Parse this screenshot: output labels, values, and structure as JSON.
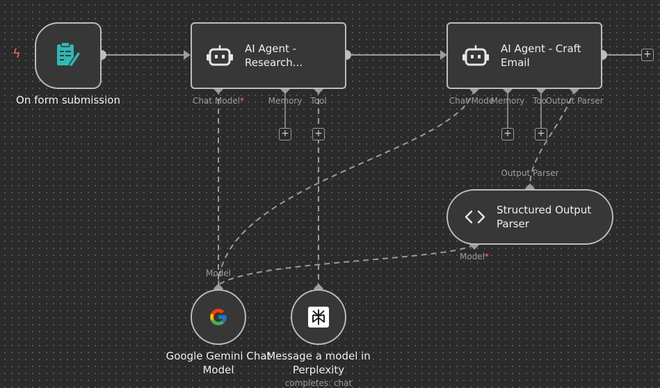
{
  "nodes": {
    "form_trigger": {
      "label": "On form submission"
    },
    "research_agent": {
      "title": "AI Agent - Research...",
      "title_line1": "AI Agent -",
      "title_line2": "Research..."
    },
    "craft_agent": {
      "title_line1": "AI Agent - Craft",
      "title_line2": "Email"
    },
    "parser": {
      "title_line1": "Structured Output",
      "title_line2": "Parser"
    },
    "gemini": {
      "label_line1": "Google Gemini Chat",
      "label_line2": "Model"
    },
    "perplexity": {
      "label_line1": "Message a model in",
      "label_line2": "Perplexity",
      "sub": "completes: chat"
    }
  },
  "ports": {
    "chat_model": "Chat Model",
    "chat_model_trunc": "Chat Mode",
    "memory": "Memory",
    "tool": "Tool",
    "tool_trunc": "Too",
    "output_parser": "Output Parser",
    "model": "Model",
    "required": "*"
  },
  "icons": {
    "trigger": "lightning-icon",
    "form": "form-icon",
    "robot": "robot-icon",
    "code": "code-brackets-icon",
    "google": "google-g-icon",
    "perplexity": "perplexity-icon",
    "plus": "plus-icon"
  },
  "colors": {
    "background": "#2b2b2b",
    "node_fill": "#373737",
    "node_border": "#bdbdbd",
    "connector": "#9c9c9c",
    "accent_teal": "#2fb9b5",
    "required_red": "#ff6d6d"
  }
}
